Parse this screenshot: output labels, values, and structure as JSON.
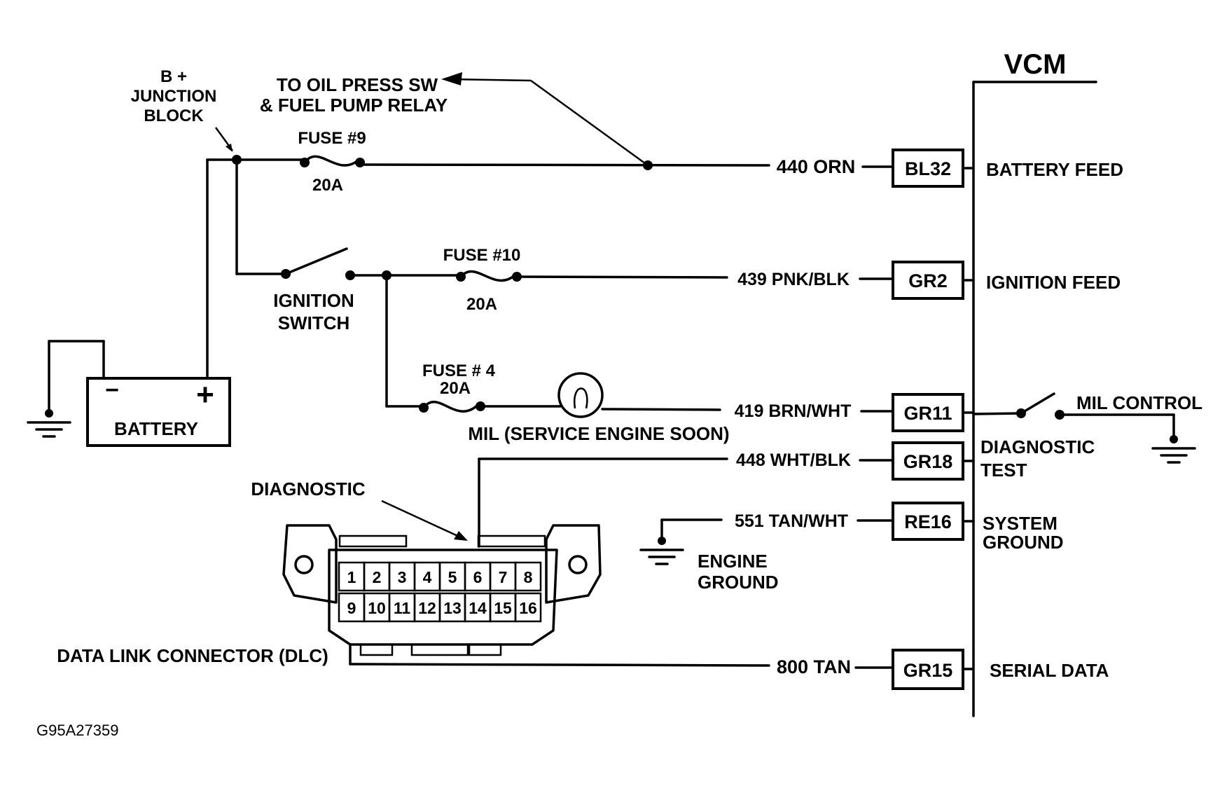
{
  "module": {
    "title": "VCM"
  },
  "junction": {
    "line1": "B +",
    "line2": "JUNCTION",
    "line3": "BLOCK"
  },
  "oil_note": {
    "line1": "TO OIL PRESS SW",
    "line2": "& FUEL PUMP RELAY"
  },
  "fuses": [
    {
      "name": "FUSE #9",
      "rating": "20A"
    },
    {
      "name": "FUSE #10",
      "rating": "20A"
    },
    {
      "name": "FUSE # 4",
      "rating": "20A"
    }
  ],
  "ignition_switch": {
    "line1": "IGNITION",
    "line2": "SWITCH"
  },
  "battery": {
    "label": "BATTERY",
    "neg": "−",
    "pos": "+"
  },
  "mil": {
    "label": "MIL (SERVICE ENGINE SOON)"
  },
  "circuits": [
    {
      "wire": "440 ORN",
      "pin": "BL32",
      "function": [
        "BATTERY FEED"
      ]
    },
    {
      "wire": "439 PNK/BLK",
      "pin": "GR2",
      "function": [
        "IGNITION FEED"
      ]
    },
    {
      "wire": "419 BRN/WHT",
      "pin": "GR11",
      "function": [
        "MIL CONTROL"
      ]
    },
    {
      "wire": "448 WHT/BLK",
      "pin": "GR18",
      "function": [
        "DIAGNOSTIC",
        "TEST"
      ]
    },
    {
      "wire": "551 TAN/WHT",
      "pin": "RE16",
      "function": [
        "SYSTEM",
        "GROUND"
      ]
    },
    {
      "wire": "800 TAN",
      "pin": "GR15",
      "function": [
        "SERIAL DATA"
      ]
    }
  ],
  "engine_ground": {
    "line1": "ENGINE",
    "line2": "GROUND"
  },
  "dlc": {
    "pointer_label": "DIAGNOSTIC",
    "label": "DATA LINK CONNECTOR (DLC)",
    "pins_top": [
      "1",
      "2",
      "3",
      "4",
      "5",
      "6",
      "7",
      "8"
    ],
    "pins_bottom": [
      "9",
      "10",
      "11",
      "12",
      "13",
      "14",
      "15",
      "16"
    ]
  },
  "figure_id": "G95A27359"
}
